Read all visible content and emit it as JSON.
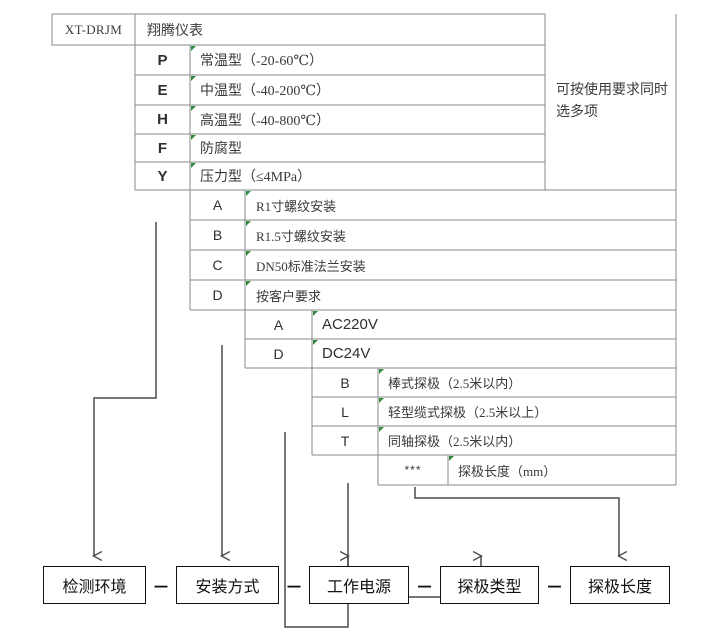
{
  "diagram": {
    "title_model": "XT-DRJM",
    "brand": "翔腾仪表",
    "note": "可按使用要求同时选多项"
  },
  "sections": {
    "environment": {
      "rows": [
        {
          "code": "P",
          "desc": "常温型（-20-60℃）"
        },
        {
          "code": "E",
          "desc": "中温型（-40-200℃）"
        },
        {
          "code": "H",
          "desc": "高温型（-40-800℃）"
        },
        {
          "code": "F",
          "desc": "防腐型"
        },
        {
          "code": "Y",
          "desc": "压力型（≤4MPa）"
        }
      ]
    },
    "mounting": {
      "rows": [
        {
          "code": "A",
          "desc": "R1寸螺纹安装"
        },
        {
          "code": "B",
          "desc": "R1.5寸螺纹安装"
        },
        {
          "code": "C",
          "desc": "DN50标准法兰安装"
        },
        {
          "code": "D",
          "desc": "按客户要求"
        }
      ]
    },
    "power": {
      "rows": [
        {
          "code": "A",
          "desc": "AC220V"
        },
        {
          "code": "D",
          "desc": "DC24V"
        }
      ]
    },
    "probe_type": {
      "rows": [
        {
          "code": "B",
          "desc": "棒式探极（2.5米以内）"
        },
        {
          "code": "L",
          "desc": "轻型缆式探极（2.5米以上）"
        },
        {
          "code": "T",
          "desc": "同轴探极（2.5米以内）"
        }
      ]
    },
    "probe_length": {
      "rows": [
        {
          "code": "***",
          "desc": "探极长度（mm）"
        }
      ]
    }
  },
  "legend": {
    "separator": "－",
    "boxes": [
      {
        "label": "检测环境"
      },
      {
        "label": "安装方式"
      },
      {
        "label": "工作电源"
      },
      {
        "label": "探极类型"
      },
      {
        "label": "探极长度"
      }
    ]
  },
  "colors": {
    "grid_line": "#8a8a8a",
    "outer_line": "#5f5f5f",
    "connector": "#4a4a4a",
    "box_border": "#111111",
    "comment_marker": "#2f8a3e",
    "text": "#3a3a3a",
    "background": "#ffffff"
  }
}
